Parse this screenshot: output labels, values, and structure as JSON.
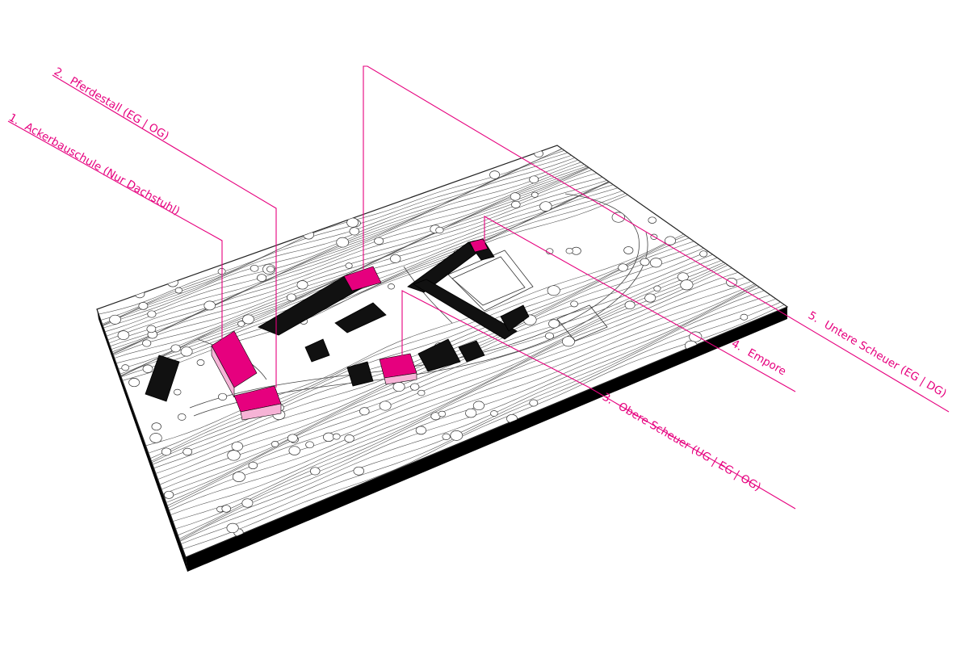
{
  "labels": [
    {
      "id": "ackerbauschule",
      "number": "1.",
      "text": "Ackerbauschule (Nur Dachstuhl)"
    },
    {
      "id": "pferdestall",
      "number": "2.",
      "text": "Pferdestall (EG | OG)"
    },
    {
      "id": "obere-scheuer",
      "number": "3.",
      "text": "Obere Scheuer (UG | EG | OG)"
    },
    {
      "id": "empore",
      "number": "4.",
      "text": "Empore"
    },
    {
      "id": "untere-scheuer",
      "number": "5.",
      "text": "Untere Scheuer (EG | DG)"
    }
  ],
  "colors": {
    "accent": "#e6007e",
    "accent_light": "#f6b3d6",
    "building": "#111111",
    "terrain_lines": "#555555",
    "base": "#000000"
  }
}
